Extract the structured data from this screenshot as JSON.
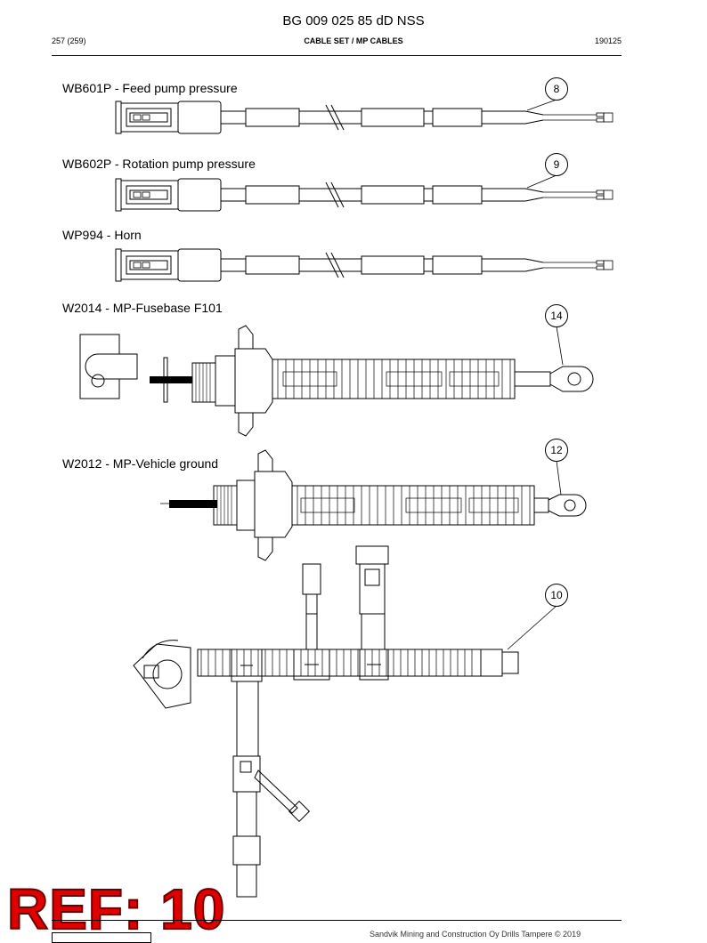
{
  "header": {
    "doc_title": "BG 009 025 85 dD NSS",
    "page": "257 (259)",
    "section": "CABLE SET / MP CABLES",
    "date_code": "190125"
  },
  "items": [
    {
      "label": "WB601P - Feed pump pressure",
      "callout": "8"
    },
    {
      "label": "WB602P - Rotation pump pressure",
      "callout": "9"
    },
    {
      "label": "WP994 - Horn",
      "callout": ""
    },
    {
      "label": "W2014 - MP-Fusebase F101",
      "callout": "14"
    },
    {
      "label": "W2012 - MP-Vehicle ground",
      "callout": "12"
    },
    {
      "label": "",
      "callout": "10"
    }
  ],
  "stamp": {
    "text": "REF: 10",
    "color": "#e00000"
  },
  "footer": {
    "copyright": "Sandvik Mining and Construction Oy Drills Tampere © 2019"
  }
}
